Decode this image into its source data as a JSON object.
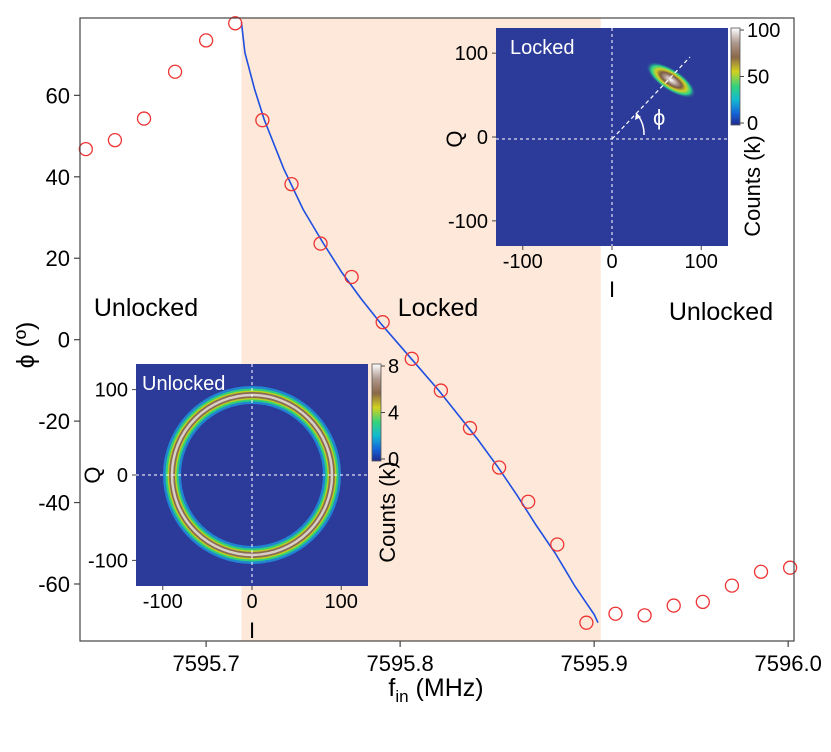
{
  "chart_data": {
    "type": "scatter",
    "title": "",
    "xlabel": "f",
    "xlabel_sub": "in",
    "xlabel_unit": " (MHz)",
    "ylabel": "ϕ (º)",
    "xlim": [
      7595.635,
      7596.003
    ],
    "ylim": [
      -74,
      79
    ],
    "xticks": [
      7595.7,
      7595.8,
      7595.9,
      7596.0
    ],
    "xtick_labels": [
      "7595.7",
      "7595.8",
      "7595.9",
      "7596.0"
    ],
    "yticks": [
      60,
      40,
      20,
      0,
      -20,
      -40,
      -60
    ],
    "ytick_labels": [
      "60",
      "40",
      "20",
      "0",
      "-20",
      "-40",
      "-60"
    ],
    "locked_band": [
      7595.7182,
      7595.9034
    ],
    "region_labels": {
      "left": "Unlocked",
      "center": "Locked",
      "right": "Unlocked"
    },
    "series": [
      {
        "kind": "markers",
        "color": "#ee3333",
        "x": [
          7595.638,
          7595.653,
          7595.668,
          7595.684,
          7595.7,
          7595.715,
          7595.729,
          7595.744,
          7595.759,
          7595.775,
          7595.791,
          7595.806,
          7595.821,
          7595.836,
          7595.851,
          7595.866,
          7595.881,
          7595.896,
          7595.911,
          7595.926,
          7595.941,
          7595.956,
          7595.971,
          7595.986,
          7596.001
        ],
        "y": [
          46.8,
          49.0,
          54.3,
          65.8,
          73.5,
          77.7,
          53.9,
          38.2,
          23.6,
          15.4,
          4.3,
          -4.7,
          -12.5,
          -21.7,
          -31.4,
          -39.8,
          -50.3,
          -69.5,
          -67.3,
          -67.7,
          -65.3,
          -64.4,
          -60.4,
          -57.0,
          -56.0
        ]
      },
      {
        "kind": "fit_line",
        "color": "#1f4fe0",
        "x": [
          7595.7182,
          7595.72,
          7595.725,
          7595.73,
          7595.74,
          7595.75,
          7595.76,
          7595.77,
          7595.78,
          7595.79,
          7595.8,
          7595.81,
          7595.82,
          7595.83,
          7595.84,
          7595.85,
          7595.86,
          7595.87,
          7595.88,
          7595.885,
          7595.89,
          7595.895,
          7595.9,
          7595.902
        ],
        "y": [
          78,
          70.5,
          61.5,
          54,
          42,
          32,
          24,
          16.5,
          10,
          4,
          -1.5,
          -7,
          -12.5,
          -18.5,
          -24.5,
          -31,
          -38,
          -45.5,
          -52.5,
          -56.5,
          -60.5,
          -64,
          -67.5,
          -69.5
        ]
      }
    ],
    "insets": [
      {
        "name": "locked-inset",
        "type": "heatmap",
        "title": "Locked",
        "xlabel": "I",
        "ylabel": "Q",
        "xlim": [
          -130,
          130
        ],
        "ylim": [
          -130,
          130
        ],
        "xticks": [
          -100,
          0,
          100
        ],
        "yticks": [
          100,
          0,
          -100
        ],
        "tick_labels_x": [
          "-100",
          "0",
          "100"
        ],
        "tick_labels_y": [
          "100",
          "0",
          "-100"
        ],
        "colorbar_label": "Counts (k)",
        "colorbar_ticks": [
          100,
          50,
          0
        ],
        "colorbar_tick_labels": [
          "100",
          "50",
          "0"
        ],
        "annotation": "ϕ",
        "peak": {
          "I": 62,
          "Q": 72
        }
      },
      {
        "name": "unlocked-inset",
        "type": "heatmap",
        "title": "Unlocked",
        "xlabel": "I",
        "ylabel": "Q",
        "xlim": [
          -130,
          130
        ],
        "ylim": [
          -130,
          130
        ],
        "xticks": [
          -100,
          0,
          100
        ],
        "yticks": [
          100,
          0,
          -100
        ],
        "tick_labels_x": [
          "-100",
          "0",
          "100"
        ],
        "tick_labels_y": [
          "100",
          "0",
          "-100"
        ],
        "colorbar_label": "Counts (k)",
        "colorbar_ticks": [
          8,
          4,
          0
        ],
        "colorbar_tick_labels": [
          "8",
          "4",
          "0"
        ],
        "ring_radius": 85
      }
    ],
    "colors": {
      "band": "#fde8d9",
      "heat_background": "#2c3a9a",
      "axis": "#444444"
    }
  }
}
